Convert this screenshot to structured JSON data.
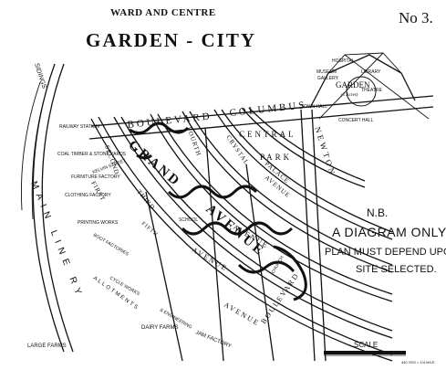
{
  "title": {
    "top": "WARD AND CENTRE",
    "main": "GARDEN - CITY",
    "plate": "No 3."
  },
  "note": {
    "nb": "N.B.",
    "diagram": "A DIAGRAM ONLY.",
    "plan": "PLAN MUST DEPEND UPON",
    "site": "SITE SELECTED."
  },
  "labels": {
    "sidings": "SIDINGS",
    "main_line_railway": "MAIN  LINE  RY",
    "boulevard_top": "BOULEVARD",
    "columbus": "COLUMBUS",
    "garden": "GARDEN",
    "garden_sub": "(5 Acres)",
    "central_park_1": "CENTRAL",
    "central_park_2": "PARK",
    "newton": "NEWTON",
    "crystal": "CRYSTAL",
    "palace": "PALACE",
    "avenue_small": "AVENUE",
    "grand": "GRAND",
    "avenue_big": "AVENUE",
    "school": "SCHOOL",
    "church": "CHURCH",
    "fourth": "FOURTH",
    "fifth": "FIFTH",
    "third": "THIRD",
    "second": "SECOND",
    "first": "FIRST",
    "avenue_1": "AVENUE",
    "avenue_2": "AVENUE",
    "avenue_3": "AVENUE",
    "boulevard_bottom": "BOULEVARD",
    "kelvin_street": "KELVIN STREET",
    "railway_station": "RAILWAY STATION",
    "coal_timber": "COAL TIMBER & STONE YARDS",
    "furniture_factory": "FURNITURE FACTORY",
    "clothing_factory": "CLOTHING FACTORY",
    "printing_works": "PRINTING WORKS",
    "boot_factories": "BOOT FACTORIES",
    "cycle_works": "CYCLE WORKS",
    "engineering": "& ENGINEERING",
    "jam_factory": "JAM FACTORY",
    "allotments": "ALLOTMENTS",
    "large_farms": "LARGE FARMS",
    "dairy_farms": "DAIRY FARMS",
    "museum": "MUSEUM",
    "gallery": "GALLERY",
    "hospital": "HOSPITAL",
    "library": "LIBRARY",
    "theatre": "THEATRE",
    "town_hall": "TOWN HALL",
    "concert_hall": "CONCERT HALL",
    "scale": "SCALE",
    "scale_sub": "440 YDS = 1/4 MILE"
  }
}
